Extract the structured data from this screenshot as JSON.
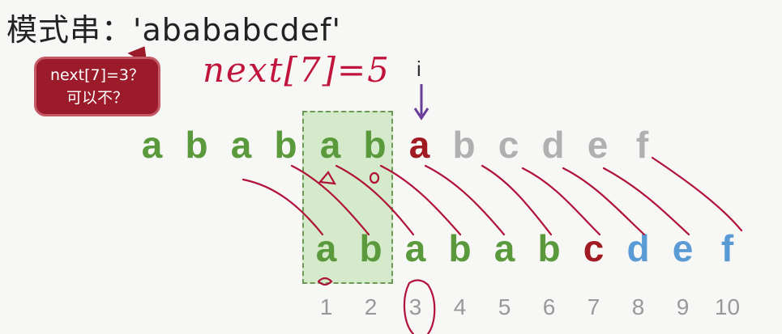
{
  "title": "模式串：'abababcdef'",
  "bubble": {
    "line1": "next[7]=3？",
    "line2": "可以不？"
  },
  "handwriting": "next[7]=5",
  "pointer_label": "i",
  "text_chars": [
    {
      "c": "a",
      "color": "#5a9a3c"
    },
    {
      "c": "b",
      "color": "#5a9a3c"
    },
    {
      "c": "a",
      "color": "#5a9a3c"
    },
    {
      "c": "b",
      "color": "#5a9a3c"
    },
    {
      "c": "a",
      "color": "#5a9a3c"
    },
    {
      "c": "b",
      "color": "#5a9a3c"
    },
    {
      "c": "a",
      "color": "#a01a22"
    },
    {
      "c": "b",
      "color": "#b0b0b0"
    },
    {
      "c": "c",
      "color": "#b0b0b0"
    },
    {
      "c": "d",
      "color": "#b0b0b0"
    },
    {
      "c": "e",
      "color": "#b0b0b0"
    },
    {
      "c": "f",
      "color": "#b0b0b0"
    }
  ],
  "pattern_chars": [
    {
      "c": "a",
      "color": "#5a9a3c"
    },
    {
      "c": "b",
      "color": "#5a9a3c"
    },
    {
      "c": "a",
      "color": "#5a9a3c"
    },
    {
      "c": "b",
      "color": "#5a9a3c"
    },
    {
      "c": "a",
      "color": "#5a9a3c"
    },
    {
      "c": "b",
      "color": "#5a9a3c"
    },
    {
      "c": "c",
      "color": "#a01a22"
    },
    {
      "c": "d",
      "color": "#5b9bd5"
    },
    {
      "c": "e",
      "color": "#5b9bd5"
    },
    {
      "c": "f",
      "color": "#5b9bd5"
    }
  ],
  "indices": [
    "1",
    "2",
    "3",
    "4",
    "5",
    "6",
    "7",
    "8",
    "9",
    "10"
  ]
}
